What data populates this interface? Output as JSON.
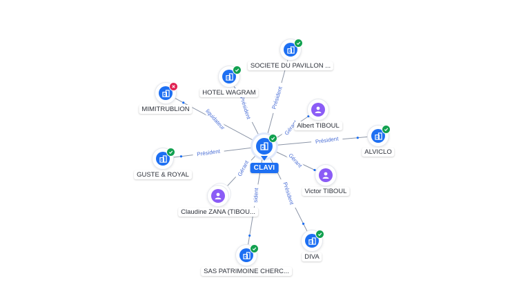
{
  "center": {
    "label": "CLAVI",
    "icon": "building-icon",
    "status": "active"
  },
  "nodes": [
    {
      "id": "societe",
      "label": "SOCIETE DU PAVILLON ...",
      "kind": "company",
      "status": "active"
    },
    {
      "id": "hotel",
      "label": "HOTEL WAGRAM",
      "kind": "company",
      "status": "active"
    },
    {
      "id": "mimi",
      "label": "MIMITRUBLION",
      "kind": "company",
      "status": "closed"
    },
    {
      "id": "albert",
      "label": "Albert TIBOUL",
      "kind": "person"
    },
    {
      "id": "alviclo",
      "label": "ALVICLO",
      "kind": "company",
      "status": "active"
    },
    {
      "id": "guste",
      "label": "GUSTE & ROYAL",
      "kind": "company",
      "status": "active"
    },
    {
      "id": "victor",
      "label": "Victor TIBOUL",
      "kind": "person"
    },
    {
      "id": "claudine",
      "label": "Claudine ZANA (TIBOU...",
      "kind": "person",
      "stacked": true
    },
    {
      "id": "diva",
      "label": "DIVA",
      "kind": "company",
      "status": "active"
    },
    {
      "id": "sas",
      "label": "SAS PATRIMOINE CHERC...",
      "kind": "company",
      "status": "active"
    }
  ],
  "edges": [
    {
      "to": "societe",
      "label": "Président"
    },
    {
      "to": "hotel",
      "label": "Président"
    },
    {
      "to": "mimi",
      "label": "liquidateur"
    },
    {
      "to": "albert",
      "label": "Gérant"
    },
    {
      "to": "alviclo",
      "label": "Président"
    },
    {
      "to": "guste",
      "label": "Président"
    },
    {
      "to": "victor",
      "label": "Gérant"
    },
    {
      "to": "claudine",
      "label": "Gérant"
    },
    {
      "to": "diva",
      "label": "Président"
    },
    {
      "to": "sas",
      "label": "sident"
    }
  ],
  "colors": {
    "company": "#1d6ff2",
    "person": "#8b5cf6",
    "active": "#12a150",
    "closed": "#e02454",
    "edge_label": "#4b6fd6"
  }
}
